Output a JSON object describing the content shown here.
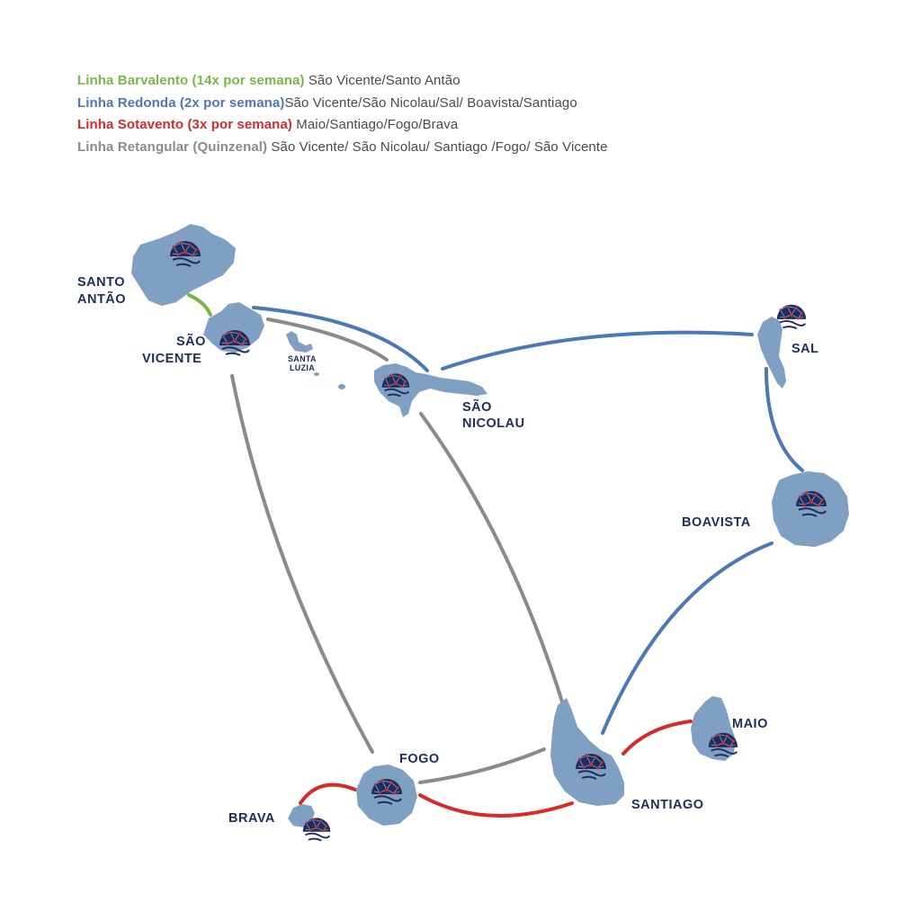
{
  "colors": {
    "barlavento": "#7ab648",
    "redonda": "#4a78b8",
    "sotavento": "#d72a2a",
    "retangular": "#8a8a8a",
    "island": "#7f9fc3",
    "label": "#1f2d5c",
    "route_text": "#4a4a4a"
  },
  "legend": [
    {
      "line": "Linha Barvalento (14x por semana)",
      "route": " São Vicente/Santo Antão",
      "color_key": "barlavento"
    },
    {
      "line": "Linha Redonda (2x por semana)",
      "route": "São Vicente/São Nicolau/Sal/ Boavista/Santiago",
      "color_key": "redonda"
    },
    {
      "line": "Linha Sotavento (3x por semana)",
      "route": " Maio/Santiago/Fogo/Brava",
      "color_key": "sotavento"
    },
    {
      "line": "Linha Retangular (Quinzenal)",
      "route": " São Vicente/ São Nicolau/ Santiago /Fogo/ São Vicente",
      "color_key": "retangular"
    }
  ],
  "islands": {
    "santo_antao": {
      "line1": "SANTO",
      "line2": "ANTÃO"
    },
    "sao_vicente": {
      "line1": "SÃO",
      "line2": "VICENTE"
    },
    "santa_luzia": {
      "line1": "SANTA",
      "line2": "LUZIA"
    },
    "sao_nicolau": {
      "line1": "SÃO",
      "line2": "NICOLAU"
    },
    "sal": {
      "line1": "SAL"
    },
    "boavista": {
      "line1": "BOAVISTA"
    },
    "maio": {
      "line1": "MAIO"
    },
    "santiago": {
      "line1": "SANTIAGO"
    },
    "fogo": {
      "line1": "FOGO"
    },
    "brava": {
      "line1": "BRAVA"
    }
  },
  "routes": [
    {
      "name": "barlavento",
      "from": "São Vicente",
      "to": "Santo Antão"
    },
    {
      "name": "redonda",
      "from": "São Vicente",
      "to": "São Nicolau"
    },
    {
      "name": "redonda",
      "from": "São Nicolau",
      "to": "Sal"
    },
    {
      "name": "redonda",
      "from": "Sal",
      "to": "Boavista"
    },
    {
      "name": "redonda",
      "from": "Boavista",
      "to": "Santiago"
    },
    {
      "name": "sotavento",
      "from": "Maio",
      "to": "Santiago"
    },
    {
      "name": "sotavento",
      "from": "Santiago",
      "to": "Fogo"
    },
    {
      "name": "sotavento",
      "from": "Fogo",
      "to": "Brava"
    },
    {
      "name": "retangular",
      "from": "São Vicente",
      "to": "São Nicolau"
    },
    {
      "name": "retangular",
      "from": "São Nicolau",
      "to": "Santiago"
    },
    {
      "name": "retangular",
      "from": "Santiago",
      "to": "Fogo"
    },
    {
      "name": "retangular",
      "from": "Fogo",
      "to": "São Vicente"
    }
  ]
}
